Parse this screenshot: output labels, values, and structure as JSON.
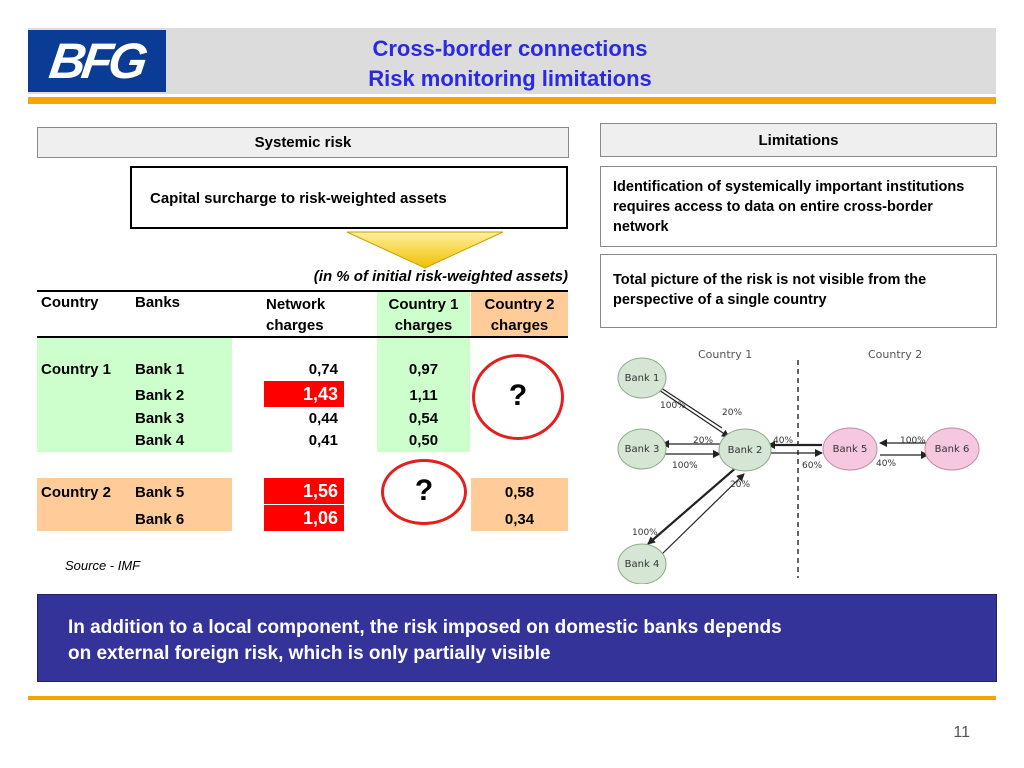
{
  "header": {
    "logo_text": "BFG",
    "title_line1": "Cross-border connections",
    "title_line2": "Risk monitoring limitations",
    "accent_color": "#f5a500",
    "title_color": "#2a2ae0"
  },
  "systemic_risk": {
    "label": "Systemic risk",
    "capital_surcharge": "Capital surcharge to risk-weighted assets"
  },
  "limitations": {
    "label": "Limitations",
    "items": [
      "Identification of systemically important institutions requires access to data on entire cross-border network",
      "Total picture of the risk is not visible from the perspective of a single country"
    ]
  },
  "table": {
    "caption": "(in % of initial risk-weighted assets)",
    "headers": {
      "country": "Country",
      "banks": "Banks",
      "network_1": "Network",
      "network_2": "charges",
      "c1_1": "Country 1",
      "c1_2": "charges",
      "c2_1": "Country 2",
      "c2_2": "charges"
    },
    "rows": [
      {
        "country": "Country 1",
        "bank": "Bank 1",
        "network": "0,74",
        "c1": "0,97",
        "c2": ""
      },
      {
        "country": "",
        "bank": "Bank 2",
        "network": "1,43",
        "c1": "1,11",
        "c2": ""
      },
      {
        "country": "",
        "bank": "Bank 3",
        "network": "0,44",
        "c1": "0,54",
        "c2": ""
      },
      {
        "country": "",
        "bank": "Bank 4",
        "network": "0,41",
        "c1": "0,50",
        "c2": ""
      },
      {
        "country": "Country 2",
        "bank": "Bank 5",
        "network": "1,56",
        "c1": "",
        "c2": "0,58"
      },
      {
        "country": "",
        "bank": "Bank 6",
        "network": "1,06",
        "c1": "",
        "c2": "0,34"
      }
    ],
    "unknown_mark": "?",
    "source": "Source - IMF"
  },
  "diagram": {
    "country1": "Country 1",
    "country2": "Country 2",
    "nodes": [
      "Bank 1",
      "Bank 2",
      "Bank 3",
      "Bank 4",
      "Bank 5",
      "Bank 6"
    ],
    "edges": {
      "b1_b2_out": "100%",
      "b1_b2_in": "20%",
      "b3_b2_in": "20%",
      "b3_b2_out": "100%",
      "b2_b5_in": "40%",
      "b2_b5_out": "60%",
      "b4_b2_in": "20%",
      "b4_b2_out": "100%",
      "b5_b6_in": "100%",
      "b5_b6_out": "40%"
    }
  },
  "bottom": {
    "line1": "In addition to a local component, the risk imposed on domestic banks depends",
    "line2": "on external foreign risk, which is only partially visible"
  },
  "page_number": "11"
}
